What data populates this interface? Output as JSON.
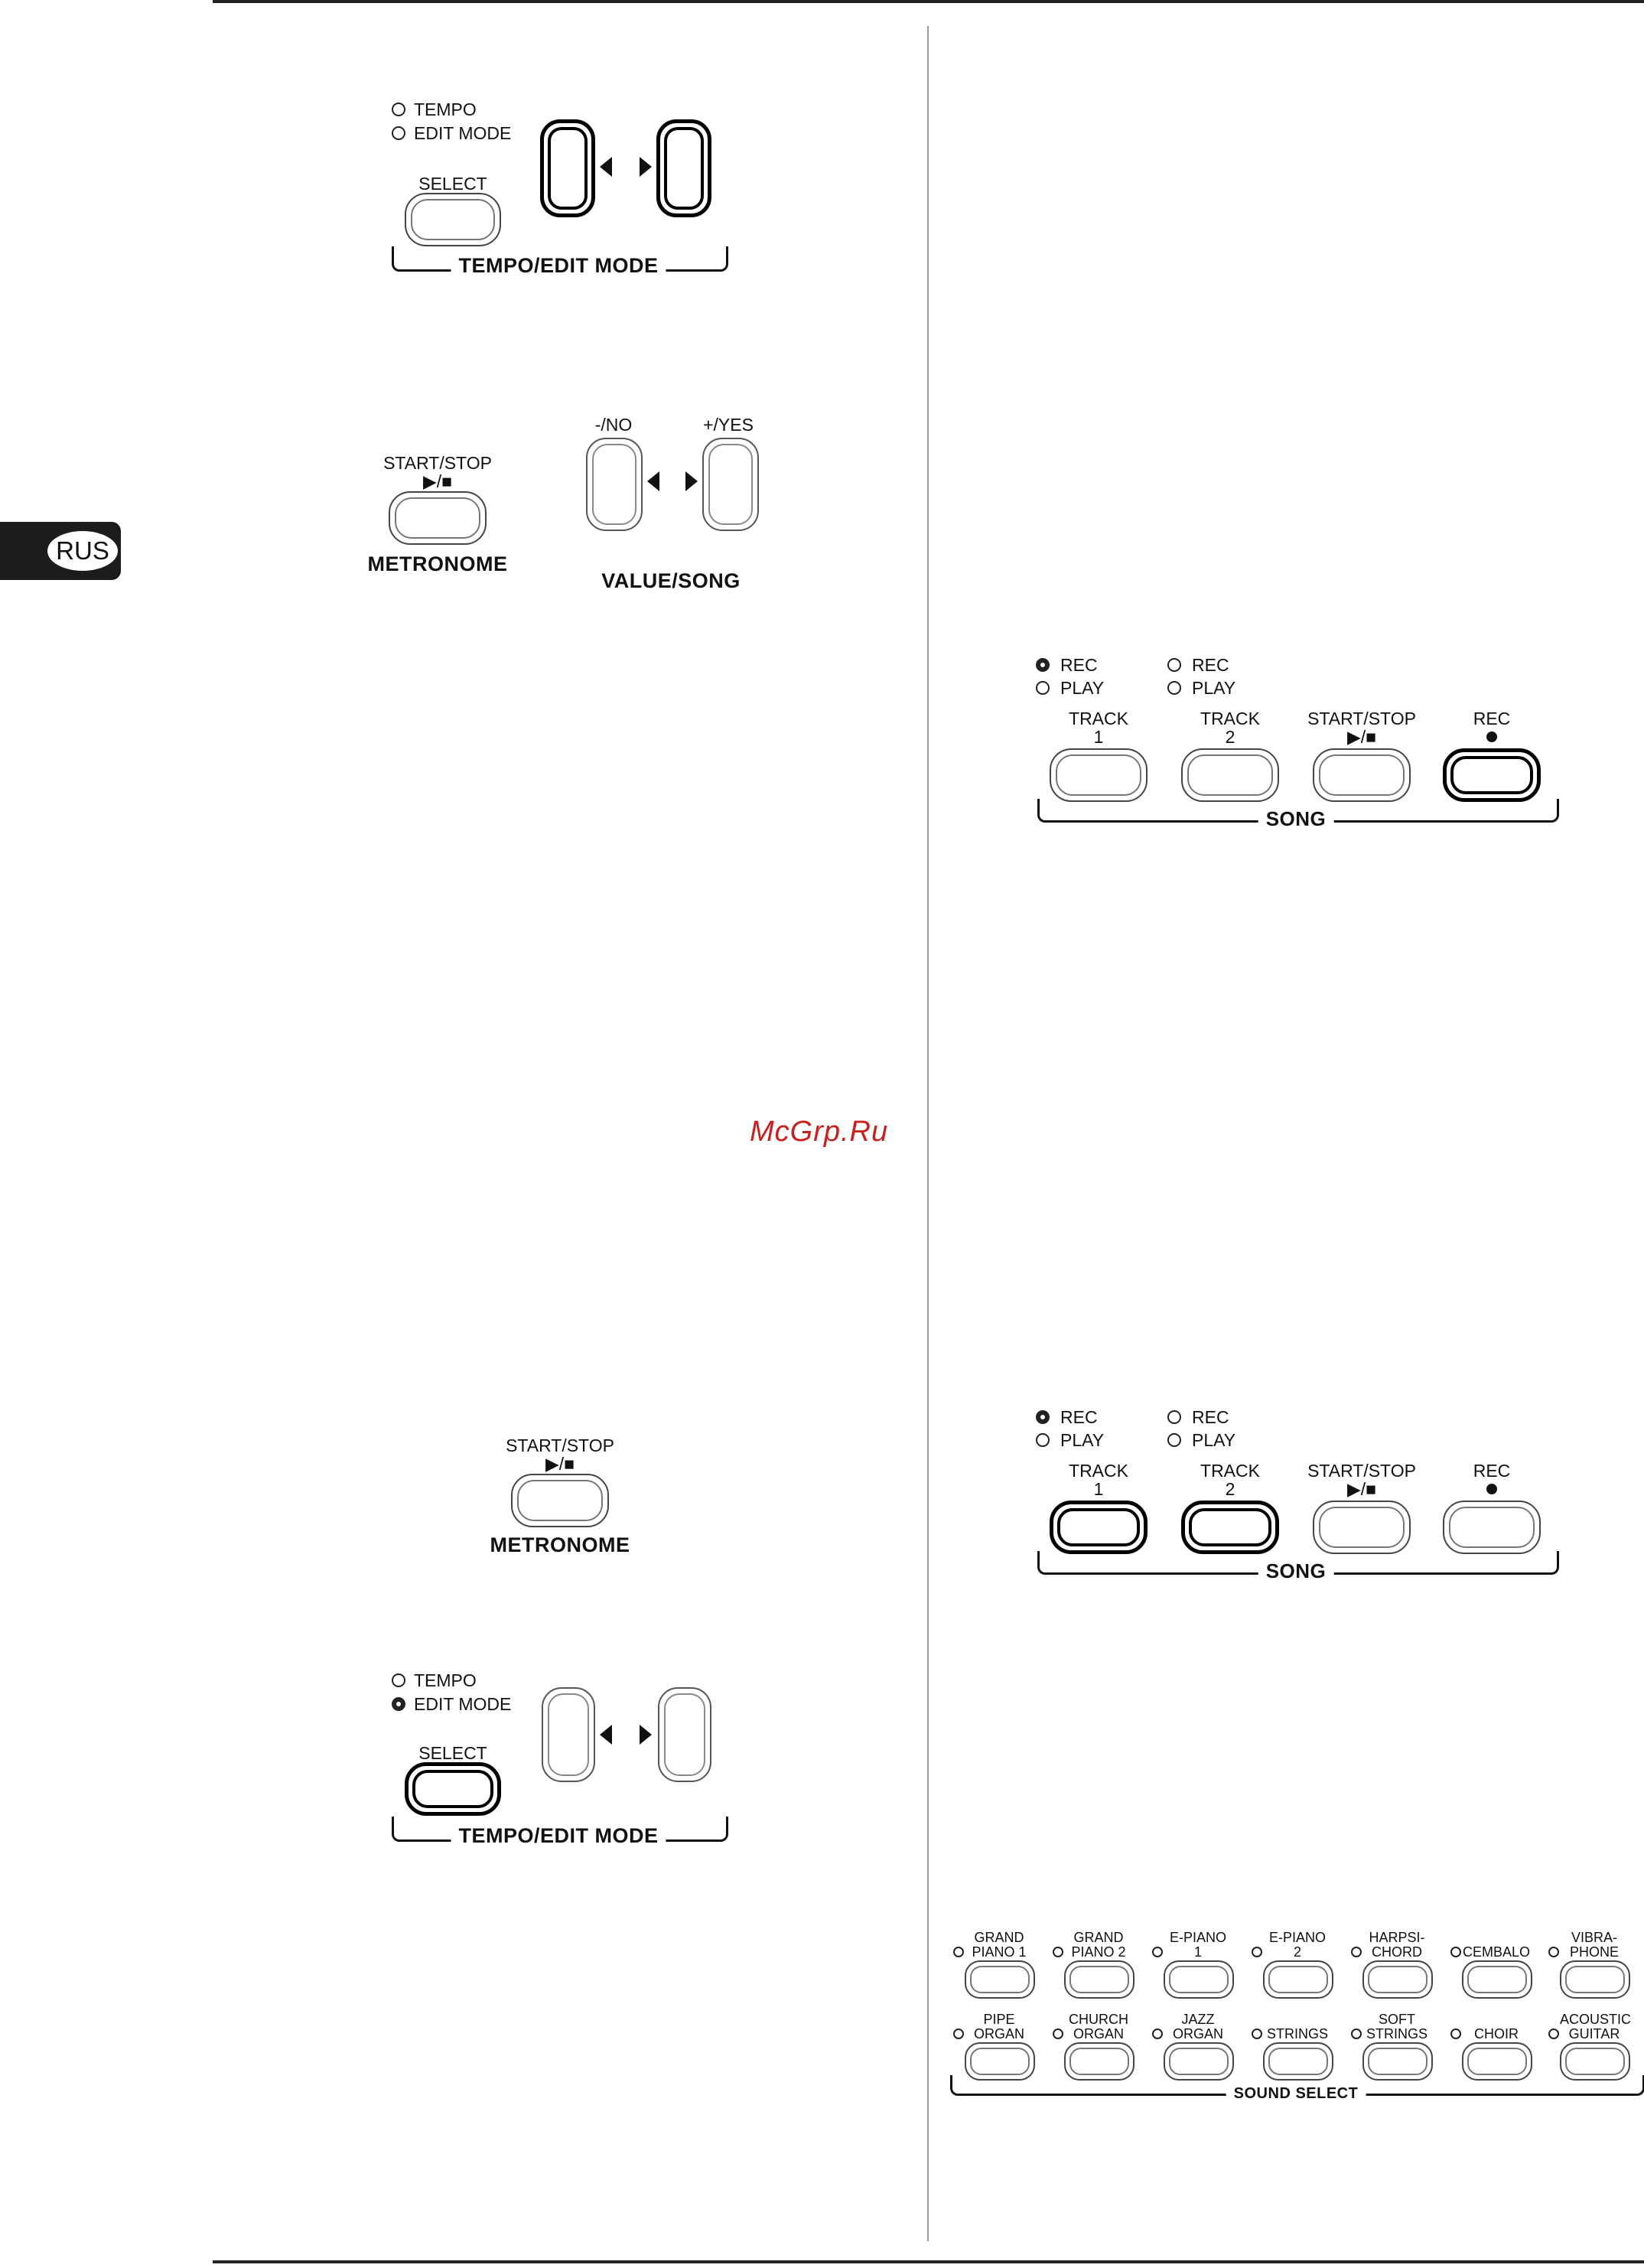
{
  "language_tab": "RUS",
  "watermark": "McGrp.Ru",
  "figure1": {
    "led_tempo": "TEMPO",
    "led_edit_mode": "EDIT MODE",
    "select_label": "SELECT",
    "group_label": "TEMPO/EDIT MODE"
  },
  "figure2": {
    "start_stop_label": "START/STOP",
    "play_stop_symbol": "▶/■",
    "metronome_label": "METRONOME",
    "minus_label": "-/NO",
    "plus_label": "+/YES",
    "group_label": "VALUE/SONG"
  },
  "figure3": {
    "track1_leds": [
      "REC",
      "PLAY"
    ],
    "track2_leds": [
      "REC",
      "PLAY"
    ],
    "track1_label": "TRACK",
    "track1_number": "1",
    "track2_label": "TRACK",
    "track2_number": "2",
    "start_stop_label": "START/STOP",
    "play_stop_symbol": "▶/■",
    "rec_label": "REC",
    "group_label": "SONG"
  },
  "figure4": {
    "track1_leds": [
      "REC",
      "PLAY"
    ],
    "track2_leds": [
      "REC",
      "PLAY"
    ],
    "track1_label": "TRACK",
    "track1_number": "1",
    "track2_label": "TRACK",
    "track2_number": "2",
    "start_stop_label": "START/STOP",
    "play_stop_symbol": "▶/■",
    "rec_label": "REC",
    "group_label": "SONG"
  },
  "figure5": {
    "start_stop_label": "START/STOP",
    "play_stop_symbol": "▶/■",
    "metronome_label": "METRONOME"
  },
  "figure6": {
    "led_tempo": "TEMPO",
    "led_edit_mode": "EDIT MODE",
    "select_label": "SELECT",
    "group_label": "TEMPO/EDIT MODE"
  },
  "sound_select": {
    "group_label": "SOUND SELECT",
    "row1": [
      {
        "line1": "GRAND",
        "line2": "PIANO 1"
      },
      {
        "line1": "GRAND",
        "line2": "PIANO 2"
      },
      {
        "line1": "E-PIANO",
        "line2": "1"
      },
      {
        "line1": "E-PIANO",
        "line2": "2"
      },
      {
        "line1": "HARPSI-",
        "line2": "CHORD"
      },
      {
        "line1": "",
        "line2": "CEMBALO"
      },
      {
        "line1": "VIBRA-",
        "line2": "PHONE"
      }
    ],
    "row2": [
      {
        "line1": "PIPE",
        "line2": "ORGAN"
      },
      {
        "line1": "CHURCH",
        "line2": "ORGAN"
      },
      {
        "line1": "JAZZ",
        "line2": "ORGAN"
      },
      {
        "line1": "",
        "line2": "STRINGS"
      },
      {
        "line1": "SOFT",
        "line2": "STRINGS"
      },
      {
        "line1": "",
        "line2": "CHOIR"
      },
      {
        "line1": "ACOUSTIC",
        "line2": "GUITAR"
      }
    ]
  }
}
